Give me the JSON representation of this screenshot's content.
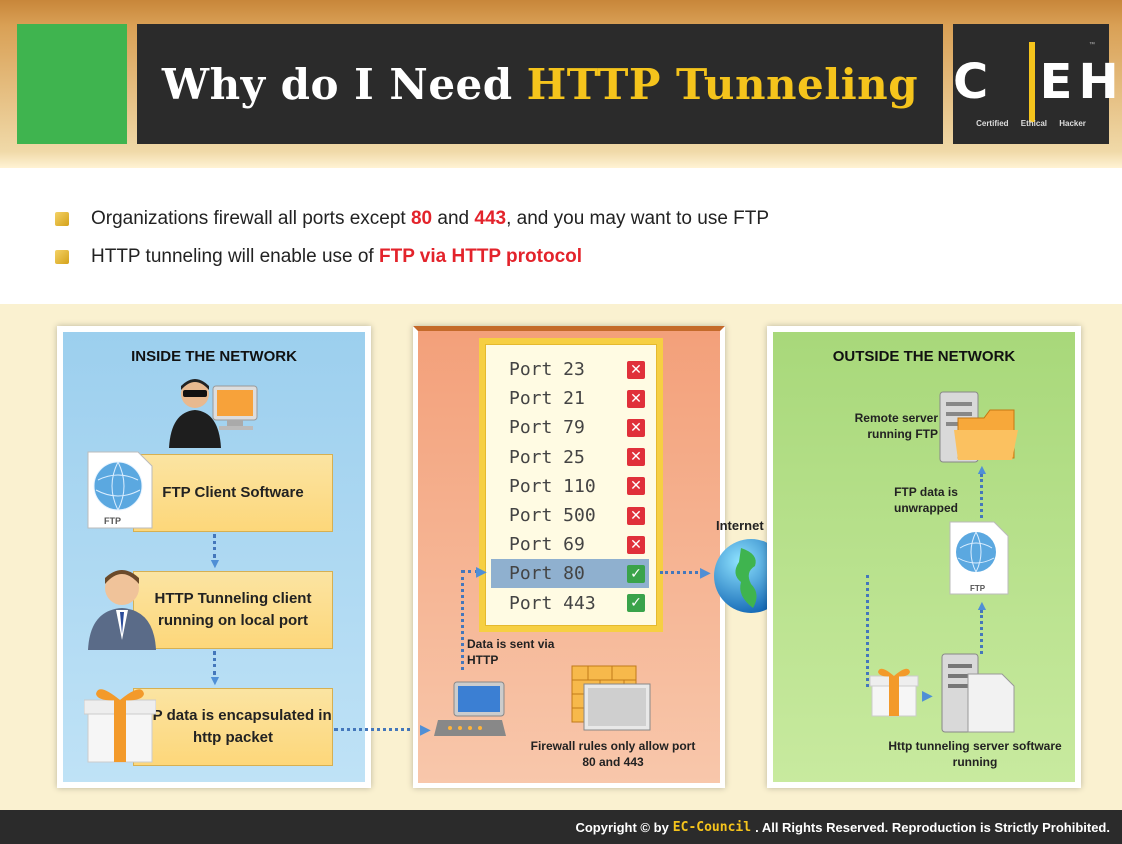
{
  "header": {
    "title_plain": "Why do I Need",
    "title_highlight": "HTTP Tunneling",
    "logo_letters": "C|EH",
    "logo_sub": "Certified Ethical Hacker",
    "logo_tm": "™"
  },
  "bullets": {
    "b1": {
      "pre": "Organizations firewall all ports except ",
      "n1": "80",
      "mid": " and ",
      "n2": "443",
      "post": ", and you may want to use FTP"
    },
    "b2": {
      "pre": "HTTP tunneling will enable use of ",
      "hl": "FTP via HTTP protocol"
    }
  },
  "inside": {
    "title": "INSIDE THE NETWORK",
    "box1": "FTP Client Software",
    "ftp_label": "FTP",
    "box2": "HTTP Tunneling client running on local port",
    "box3": "FTP data is encapsulated in http packet"
  },
  "middle": {
    "ports": [
      {
        "label": "Port 23",
        "status": "deny"
      },
      {
        "label": "Port 21",
        "status": "deny"
      },
      {
        "label": "Port 79",
        "status": "deny"
      },
      {
        "label": "Port 25",
        "status": "deny"
      },
      {
        "label": "Port 110",
        "status": "deny"
      },
      {
        "label": "Port 500",
        "status": "deny"
      },
      {
        "label": "Port 69",
        "status": "deny"
      },
      {
        "label": "Port 80",
        "status": "allow"
      },
      {
        "label": "Port 443",
        "status": "allow"
      }
    ],
    "sent_label": "Data is sent via HTTP",
    "firewall_label": "Firewall rules only allow port 80 and 443",
    "internet_label": "Internet"
  },
  "outside": {
    "title": "OUTSIDE THE NETWORK",
    "remote": "Remote server running FTP",
    "unwrapped": "FTP data is unwrapped",
    "server": "Http tunneling server software running",
    "ftp_label": "FTP"
  },
  "footer": {
    "pre": "Copyright © by",
    "brand": "EC-Council",
    "post": ". All Rights Reserved. Reproduction is Strictly Prohibited."
  },
  "colors": {
    "accent": "#f5c41c",
    "red": "#e3232b",
    "green": "#3fb44f",
    "dark": "#2b2b2b"
  }
}
